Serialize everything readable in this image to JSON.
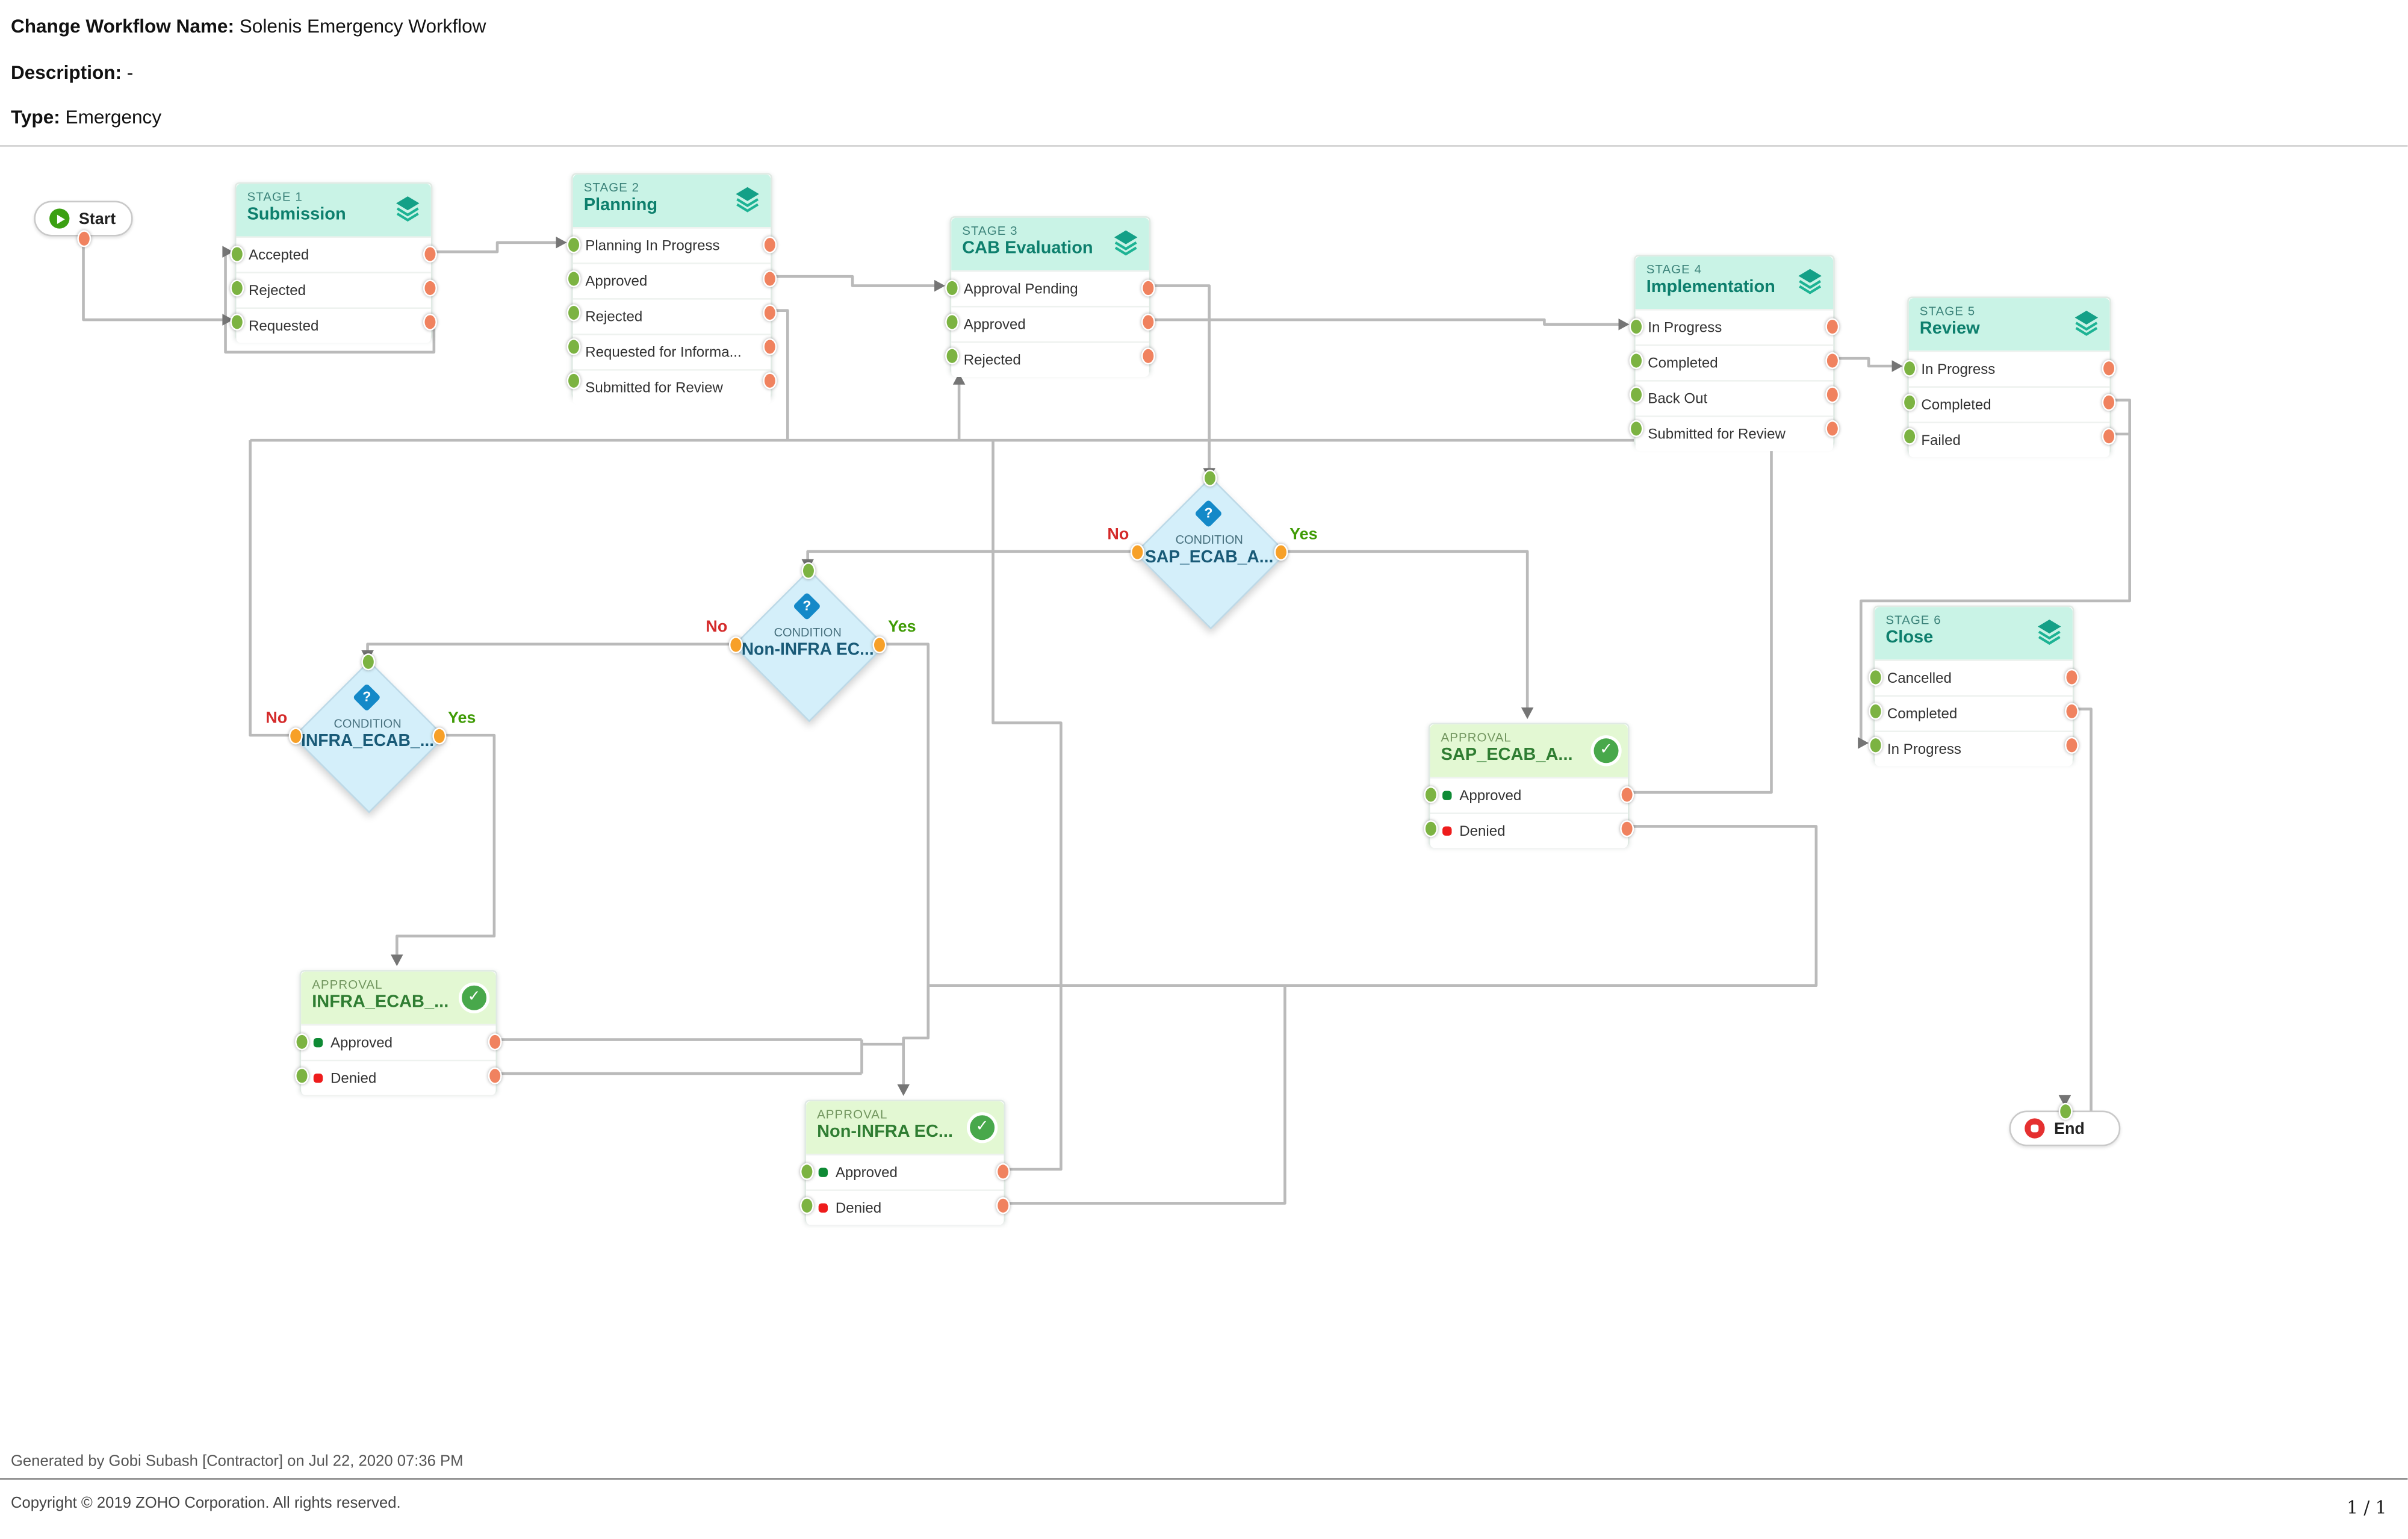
{
  "header": {
    "name_label": "Change Workflow Name:",
    "name_value": "Solenis Emergency Workflow",
    "description_label": "Description:",
    "description_value": "-",
    "type_label": "Type:",
    "type_value": "Emergency"
  },
  "terminals": {
    "start": "Start",
    "end": "End"
  },
  "stages": [
    {
      "kind_label": "STAGE 1",
      "title": "Submission",
      "rows": [
        "Accepted",
        "Rejected",
        "Requested"
      ]
    },
    {
      "kind_label": "STAGE 2",
      "title": "Planning",
      "rows": [
        "Planning In Progress",
        "Approved",
        "Rejected",
        "Requested for Informa...",
        "Submitted for Review"
      ]
    },
    {
      "kind_label": "STAGE 3",
      "title": "CAB Evaluation",
      "rows": [
        "Approval Pending",
        "Approved",
        "Rejected"
      ]
    },
    {
      "kind_label": "STAGE 4",
      "title": "Implementation",
      "rows": [
        "In Progress",
        "Completed",
        "Back Out",
        "Submitted for Review"
      ]
    },
    {
      "kind_label": "STAGE 5",
      "title": "Review",
      "rows": [
        "In Progress",
        "Completed",
        "Failed"
      ]
    },
    {
      "kind_label": "STAGE 6",
      "title": "Close",
      "rows": [
        "Cancelled",
        "Completed",
        "In Progress"
      ]
    }
  ],
  "conditions": [
    {
      "kind_label": "CONDITION",
      "title": "SAP_ECAB_A...",
      "no_label": "No",
      "yes_label": "Yes"
    },
    {
      "kind_label": "CONDITION",
      "title": "Non-INFRA EC...",
      "no_label": "No",
      "yes_label": "Yes"
    },
    {
      "kind_label": "CONDITION",
      "title": "INFRA_ECAB_...",
      "no_label": "No",
      "yes_label": "Yes"
    }
  ],
  "approvals": [
    {
      "kind_label": "APPROVAL",
      "title": "SAP_ECAB_A...",
      "rows": [
        "Approved",
        "Denied"
      ]
    },
    {
      "kind_label": "APPROVAL",
      "title": "INFRA_ECAB_...",
      "rows": [
        "Approved",
        "Denied"
      ]
    },
    {
      "kind_label": "APPROVAL",
      "title": "Non-INFRA EC...",
      "rows": [
        "Approved",
        "Denied"
      ]
    }
  ],
  "footer": {
    "generated": "Generated by Gobi Subash [Contractor] on Jul 22, 2020 07:36 PM",
    "copyright": "Copyright © 2019 ZOHO Corporation. All rights reserved.",
    "page": "1 / 1"
  },
  "colors": {
    "stage_header_bg": "#c9f3e6",
    "stage_title": "#0d7f6d",
    "approval_header_bg": "#e3f8d3",
    "approval_title": "#2f7d32",
    "condition_fill": "#d4effa",
    "condition_title": "#195a77",
    "input_dot": "#7cb342",
    "output_dot": "#f0825f",
    "condition_dot": "#f7a028",
    "no_label": "#d42a2a",
    "yes_label": "#3f9b05",
    "wire": "#bababa",
    "start_icon": "#3ba012",
    "end_icon": "#e53030"
  }
}
